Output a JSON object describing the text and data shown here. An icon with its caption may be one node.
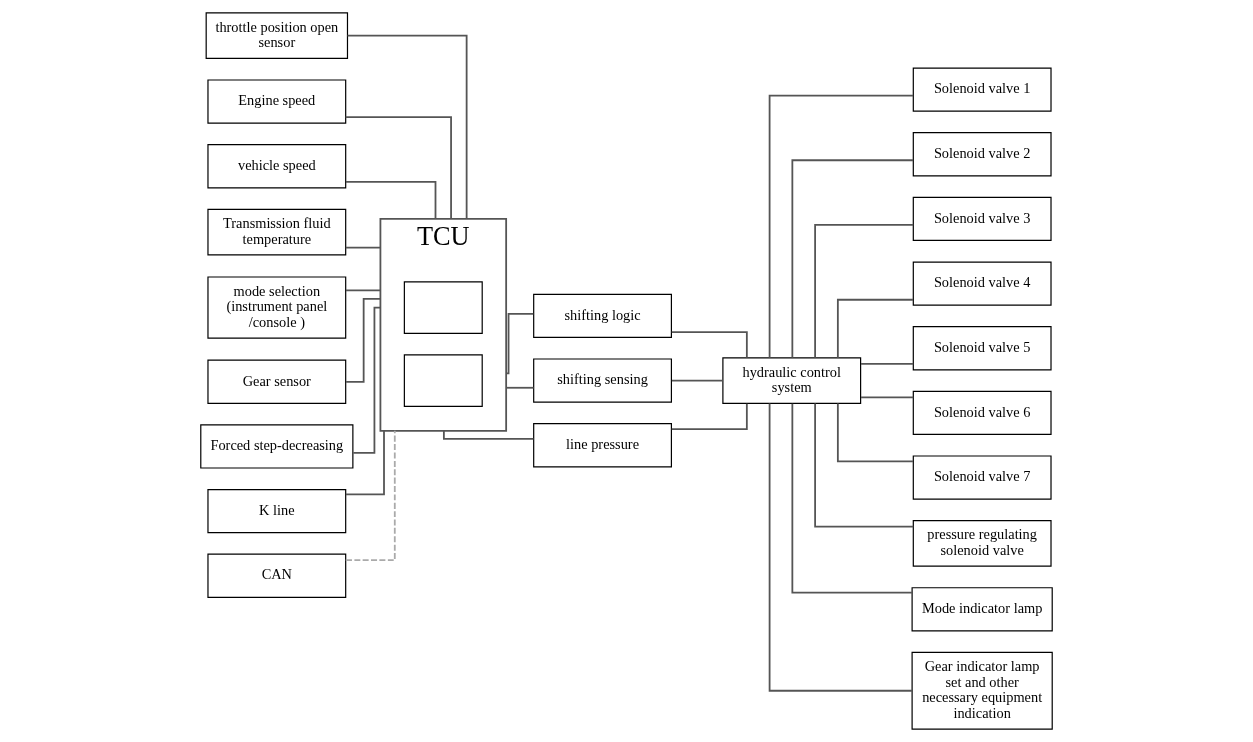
{
  "diagram": {
    "nodes": [
      {
        "text": [
          "throttle position open sensor"
        ]
      },
      {
        "text": [
          "Engine speed"
        ]
      },
      {
        "text": [
          "vehicle speed"
        ]
      },
      {
        "text": [
          "Transmission fluid temperature"
        ]
      },
      {
        "text": [
          "mode selection (instrument panel /console )"
        ]
      },
      {
        "text": [
          "Gear sensor"
        ]
      },
      {
        "text": [
          "Forced step-decreasing"
        ]
      },
      {
        "text": [
          "K line"
        ]
      },
      {
        "text": [
          "CAN"
        ]
      },
      {
        "text": [
          "TCU"
        ]
      },
      {
        "text": [],
        "shape": "box",
        "in": 9
      },
      {
        "text": [],
        "shape": "box",
        "in": 9
      },
      {
        "text": [
          "shifting logic"
        ]
      },
      {
        "text": [
          "shifting sensing"
        ]
      },
      {
        "text": [
          "line pressure"
        ]
      },
      {
        "text": [
          "hydraulic control system"
        ]
      },
      {
        "text": [
          "Solenoid valve 1"
        ]
      },
      {
        "text": [
          "Solenoid valve 2"
        ]
      },
      {
        "text": [
          "Solenoid valve 3"
        ]
      },
      {
        "text": [
          "Solenoid valve 4"
        ]
      },
      {
        "text": [
          "Solenoid valve 5"
        ]
      },
      {
        "text": [
          "Solenoid valve 6"
        ]
      },
      {
        "text": [
          "Solenoid valve 7"
        ]
      },
      {
        "text": [
          "pressure regulating solenoid valve"
        ]
      },
      {
        "text": [
          "Mode indicator lamp"
        ]
      },
      {
        "text": [
          "Gear indicator lamp set and other necessary equipment indication"
        ]
      }
    ],
    "edges": [
      {
        "from": 0,
        "to": 9,
        "arrow": "none"
      },
      {
        "from": 1,
        "to": 9,
        "arrow": "none"
      },
      {
        "from": 2,
        "to": 9,
        "arrow": "none"
      },
      {
        "from": 3,
        "to": 9,
        "arrow": "none"
      },
      {
        "from": 4,
        "to": 9,
        "arrow": "none"
      },
      {
        "from": 5,
        "to": 9,
        "arrow": "none"
      },
      {
        "from": 6,
        "to": 9,
        "arrow": "none"
      },
      {
        "from": 7,
        "to": 9,
        "arrow": "none"
      },
      {
        "from": 8,
        "to": 9,
        "arrow": "none",
        "style": "dashed",
        "color": "#aaaaaa"
      },
      {
        "from": 9,
        "to": 12,
        "arrow": "none"
      },
      {
        "from": 9,
        "to": 13,
        "arrow": "none"
      },
      {
        "from": 9,
        "to": 14,
        "arrow": "none"
      },
      {
        "from": 12,
        "to": 15,
        "arrow": "none"
      },
      {
        "from": 13,
        "to": 15,
        "arrow": "none"
      },
      {
        "from": 14,
        "to": 15,
        "arrow": "none"
      },
      {
        "from": 15,
        "to": 16,
        "arrow": "none"
      },
      {
        "from": 15,
        "to": 17,
        "arrow": "none"
      },
      {
        "from": 15,
        "to": 18,
        "arrow": "none"
      },
      {
        "from": 15,
        "to": 19,
        "arrow": "none"
      },
      {
        "from": 15,
        "to": 20,
        "arrow": "none"
      },
      {
        "from": 15,
        "to": 21,
        "arrow": "none"
      },
      {
        "from": 15,
        "to": 22,
        "arrow": "none"
      },
      {
        "from": 15,
        "to": 23,
        "arrow": "none"
      },
      {
        "from": 15,
        "to": 24,
        "arrow": "none"
      },
      {
        "from": 15,
        "to": 25,
        "arrow": "none"
      }
    ]
  }
}
